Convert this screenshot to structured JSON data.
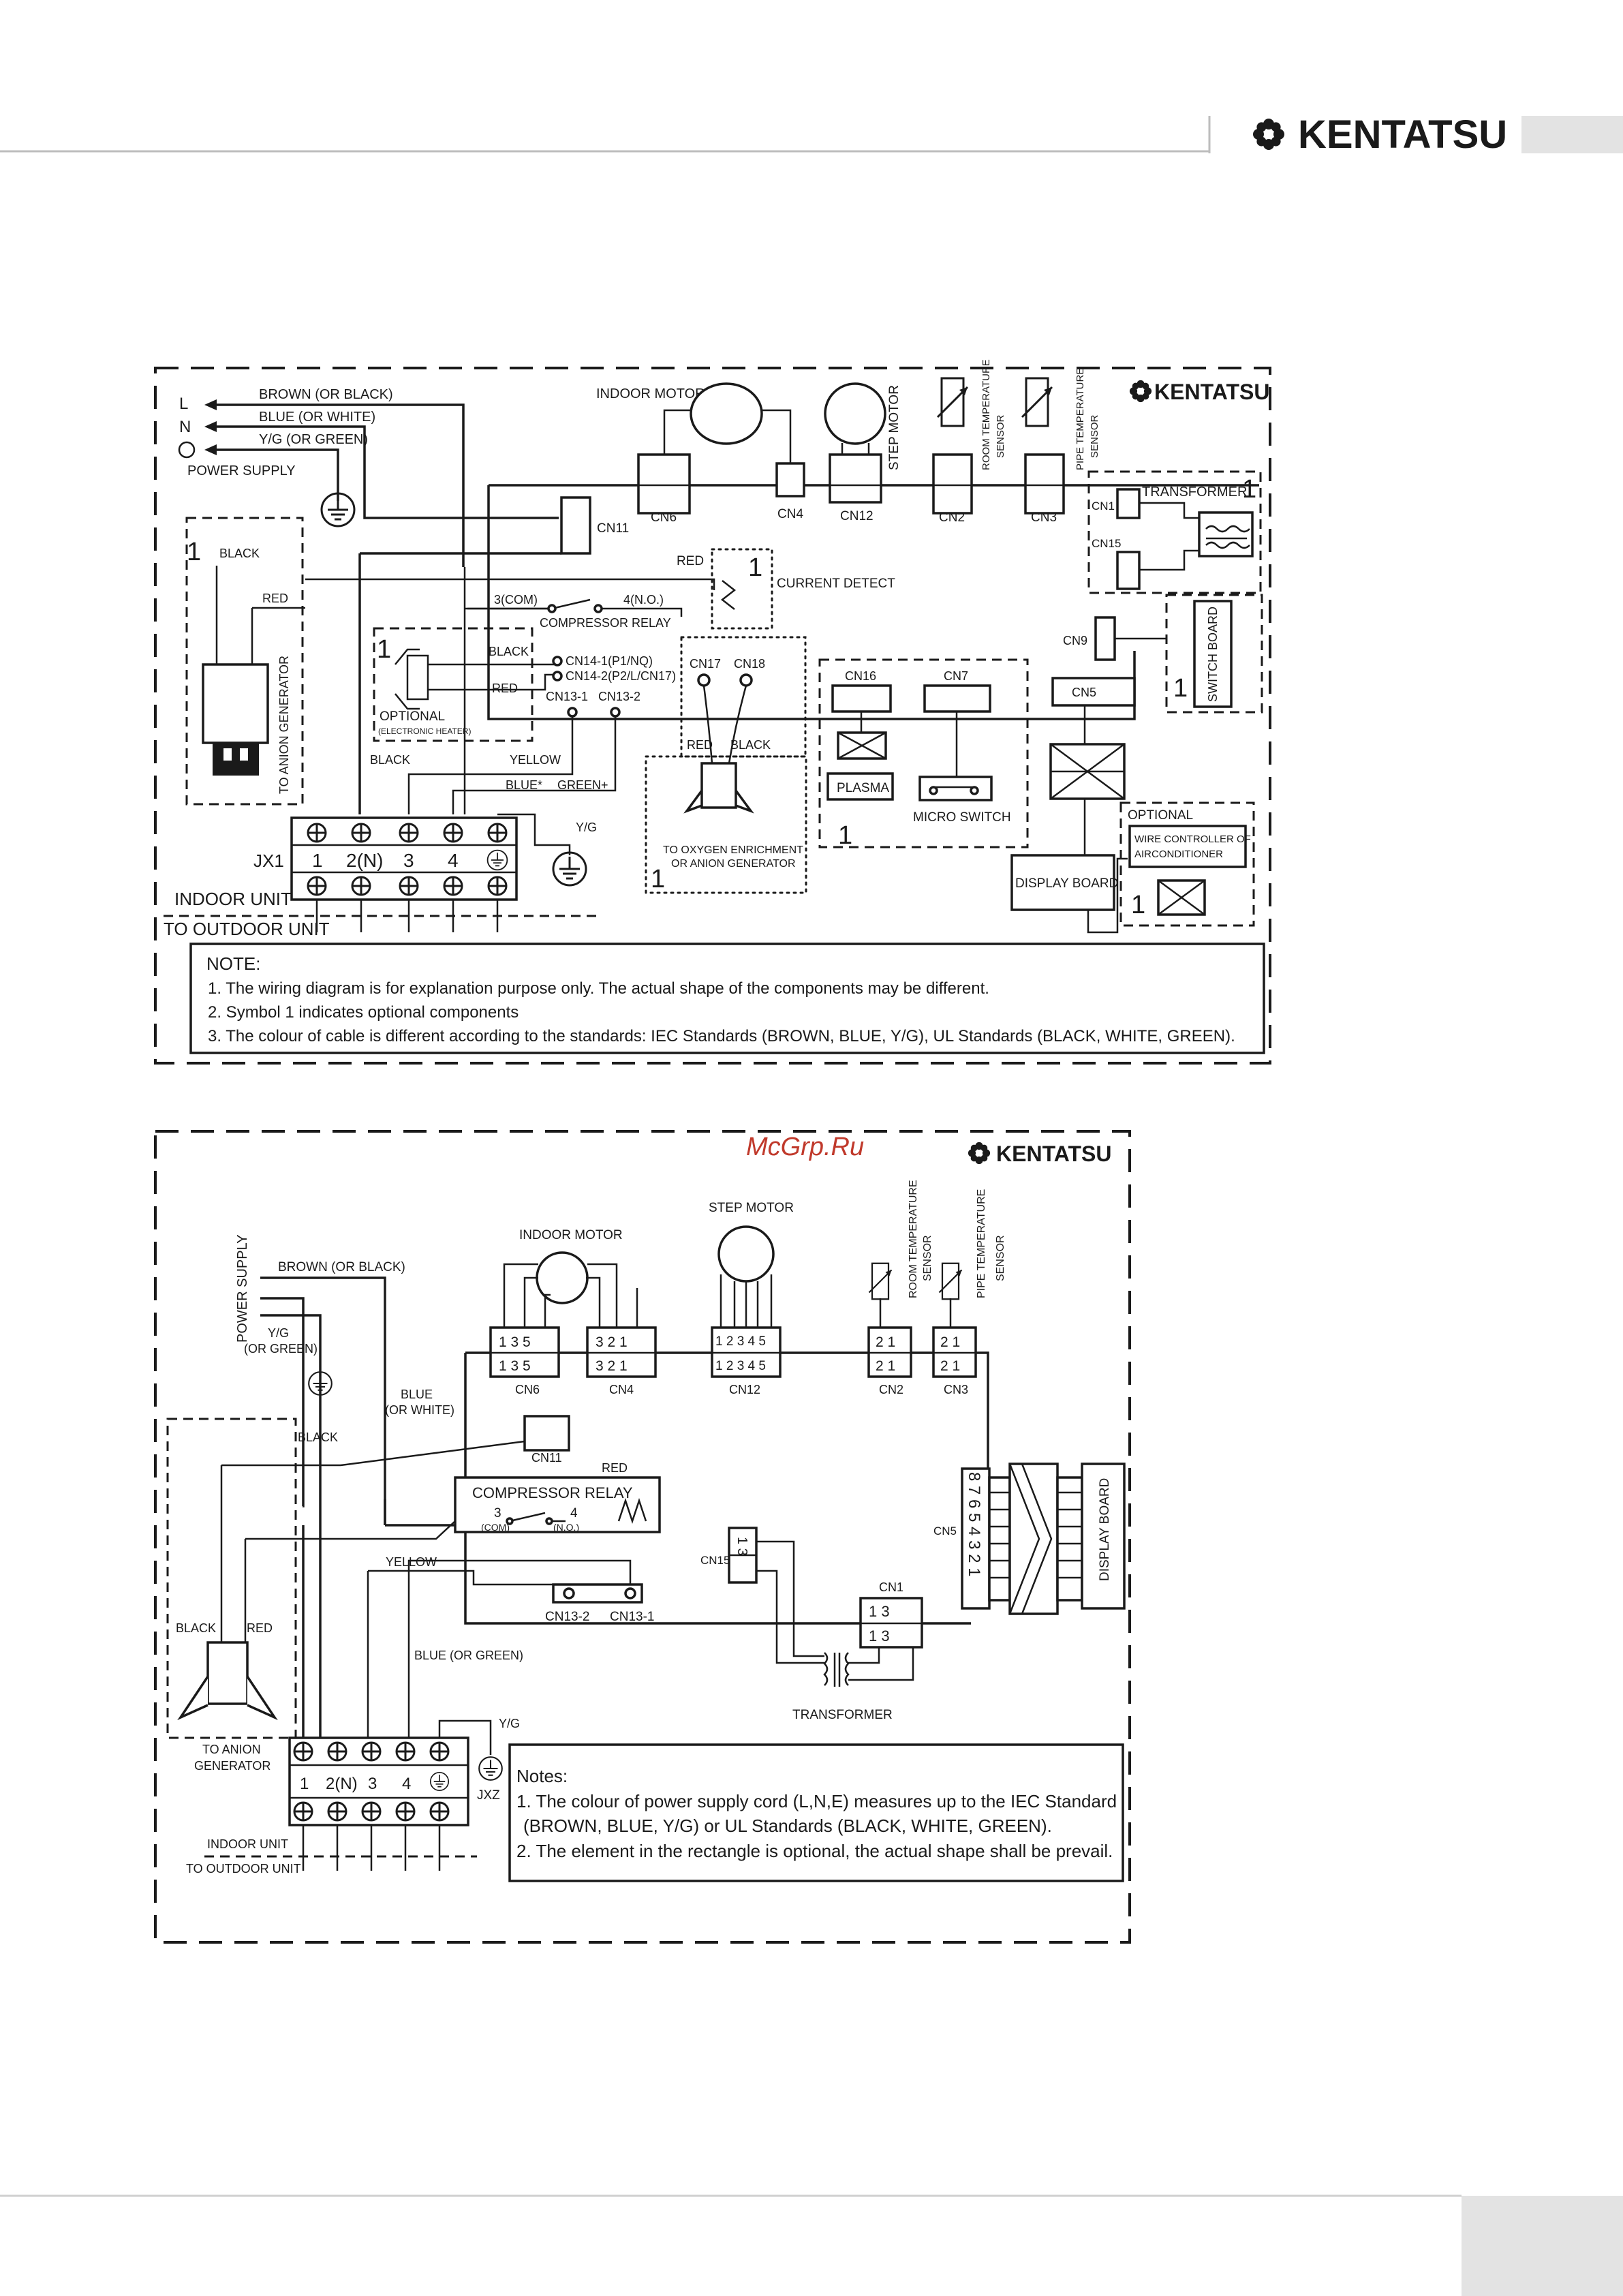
{
  "brand": {
    "name": "KENTATSU",
    "watermark": "McGrp.Ru"
  },
  "diagram1": {
    "power": {
      "l": "L",
      "n": "N",
      "brown": "BROWN (OR BLACK)",
      "blue": "BLUE (OR WHITE)",
      "yg": "Y/G (OR GREEN)",
      "label": "POWER SUPPLY"
    },
    "components": {
      "indoor_motor": "INDOOR MOTOR",
      "step_motor": "STEP MOTOR",
      "room_sensor_1": "ROOM TEMPERATURE",
      "room_sensor_2": "SENSOR",
      "pipe_sensor_1": "PIPE TEMPERATURE",
      "pipe_sensor_2": "SENSOR",
      "transformer": "TRANSFORMER",
      "current_detect": "CURRENT DETECT",
      "compressor_relay": "COMPRESSOR RELAY",
      "relay_com": "3(COM)",
      "relay_no": "4(N.O.)",
      "switch_board": "SWITCH BOARD",
      "plasma": "PLASMA",
      "micro_switch": "MICRO SWITCH",
      "display_board": "DISPLAY BOARD",
      "optional": "OPTIONAL",
      "electronic_heater": "(ELECTRONIC HEATER)",
      "anion_generator": "TO ANION GENERATOR",
      "oxygen_1": "TO OXYGEN ENRICHMENT",
      "oxygen_2": "OR ANION GENERATOR",
      "optional_wire": "OPTIONAL",
      "wire_controller_1": "WIRE CONTROLLER OF",
      "wire_controller_2": "AIRCONDITIONER"
    },
    "connectors": {
      "cn6": "CN6",
      "cn4": "CN4",
      "cn12": "CN12",
      "cn2": "CN2",
      "cn3": "CN3",
      "cn1": "CN1",
      "cn15": "CN15",
      "cn9": "CN9",
      "cn11": "CN11",
      "cn14_1": "CN14-1(P1/NQ)",
      "cn14_2": "CN14-2(P2/L/CN17)",
      "cn13_1": "CN13-1",
      "cn13_2": "CN13-2",
      "cn17": "CN17",
      "cn18": "CN18",
      "cn16": "CN16",
      "cn7": "CN7",
      "cn5": "CN5"
    },
    "wires": {
      "red": "RED",
      "black": "BLACK",
      "yellow": "YELLOW",
      "blue_star": "BLUE*",
      "green_plus": "GREEN+",
      "yg": "Y/G"
    },
    "optional_mark": "1",
    "terminal": {
      "id": "JX1",
      "labels": [
        "1",
        "2(N)",
        "3",
        "4"
      ],
      "indoor_unit": "INDOOR UNIT",
      "outdoor_unit": "TO OUTDOOR UNIT"
    },
    "notes": {
      "title": "NOTE:",
      "lines": [
        "1. The wiring diagram is for explanation purpose only. The actual shape of the components may be  different.",
        "2. Symbol 1 indicates optional components",
        "3. The colour of cable is different according to the standards: IEC Standards (BROWN, BLUE, Y/G), UL Standards (BLACK, WHITE, GREEN)."
      ]
    }
  },
  "diagram2": {
    "power_supply": "POWER SUPPLY",
    "brown": "BROWN (OR BLACK)",
    "yg_1": "Y/G",
    "yg_2": "(OR GREEN)",
    "blue_1": "BLUE",
    "blue_2": "(OR WHITE)",
    "black": "BLACK",
    "red": "RED",
    "red2": "RED",
    "black2": "BLACK",
    "yellow": "YELLOW",
    "blue_green": "BLUE (OR GREEN)",
    "yg_ground": "Y/G",
    "indoor_motor": "INDOOR MOTOR",
    "step_motor": "STEP MOTOR",
    "room_sensor_1": "ROOM TEMPERATURE",
    "room_sensor_2": "SENSOR",
    "pipe_sensor_1": "PIPE TEMPERATURE",
    "pipe_sensor_2": "SENSOR",
    "compressor_relay": "COMPRESSOR RELAY",
    "relay_3": "3",
    "relay_com": "(COM)",
    "relay_4": "4",
    "relay_no": "(N.O.)",
    "transformer": "TRANSFORMER",
    "display_board": "DISPLAY BOARD",
    "anion_1": "TO ANION",
    "anion_2": "GENERATOR",
    "cn6": "CN6",
    "cn4": "CN4",
    "cn12": "CN12",
    "cn2": "CN2",
    "cn3": "CN3",
    "cn11": "CN11",
    "cn15": "CN15",
    "cn1": "CN1",
    "cn5": "CN5",
    "cn13_2": "CN13-2",
    "cn13_1": "CN13-1",
    "pins": {
      "cn6": "1  3  5",
      "cn4": "3  2  1",
      "cn12": "1 2 3 4 5",
      "cn2": "2  1",
      "cn3": "2  1",
      "cn15": "1  3",
      "cn1": "1     3",
      "cn5": "8 7 6 5 4 3 2 1"
    },
    "terminal": {
      "id": "JXZ",
      "labels": [
        "1",
        "2(N)",
        "3",
        "4"
      ],
      "indoor_unit": "INDOOR UNIT",
      "outdoor_unit": "TO OUTDOOR UNIT"
    },
    "notes": {
      "title": "Notes:",
      "lines": [
        "1. The colour of power supply cord (L,N,E) measures up to the IEC Standard",
        "(BROWN, BLUE, Y/G) or UL Standards (BLACK, WHITE, GREEN).",
        "2. The element in the rectangle is optional, the actual shape shall be prevail."
      ]
    }
  }
}
